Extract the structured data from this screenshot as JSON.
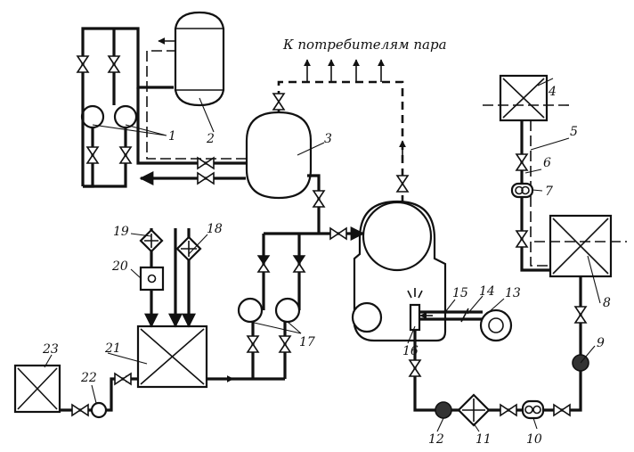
{
  "caption": "К потребителям пара",
  "labels": {
    "n1": "1",
    "n2": "2",
    "n3": "3",
    "n4": "4",
    "n5": "5",
    "n6": "6",
    "n7": "7",
    "n8": "8",
    "n9": "9",
    "n10": "10",
    "n11": "11",
    "n12": "12",
    "n13": "13",
    "n14": "14",
    "n15": "15",
    "n16": "16",
    "n17": "17",
    "n18": "18",
    "n19": "19",
    "n20": "20",
    "n21": "21",
    "n22": "22",
    "n23": "23"
  },
  "icons": [
    "valve-icon",
    "check-valve-icon",
    "pump-icon",
    "filter-icon",
    "heater-icon",
    "fan-icon",
    "arrow-icon"
  ]
}
